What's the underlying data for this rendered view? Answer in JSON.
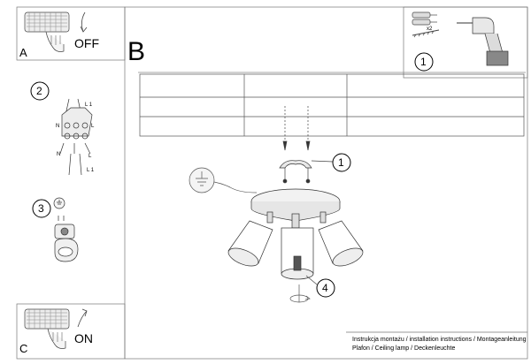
{
  "panels": {
    "A": {
      "letter": "A",
      "state": "OFF"
    },
    "B": {
      "letter": "B"
    },
    "C": {
      "letter": "C",
      "state": "ON"
    }
  },
  "tools_box": {
    "quantity": "x2",
    "step": "1"
  },
  "steps": {
    "wiring": "2",
    "earth": "3",
    "bracket_callout": "1",
    "rotate_callout": "4"
  },
  "wiring_labels": {
    "top_right": "L 1",
    "left_n": "N",
    "right_l": "L",
    "left_n2": "N",
    "right_l2": "L",
    "bottom_right": "L 1"
  },
  "footer": {
    "line1": "Instrukcja montażu / installation instructions / Montageanleitung",
    "line2": "Plafon / Ceiling lamp / Deckenleuchte"
  },
  "icons": [
    "switch-off-icon",
    "switch-on-icon",
    "earth-symbol-icon",
    "drill-icon",
    "wall-plug-icon",
    "screw-icon",
    "rotate-arrow-icon"
  ]
}
